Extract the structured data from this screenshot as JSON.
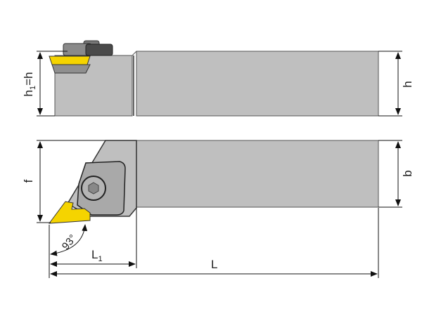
{
  "labels": {
    "h1_eq_h_main": "h",
    "h1_sub": "1",
    "h1_eq_h_rest": "=h",
    "h": "h",
    "f": "f",
    "b": "b",
    "L1_main": "L",
    "L1_sub": "1",
    "L": "L",
    "angle": "93°"
  },
  "colors": {
    "body": "#bfbfbf",
    "insert": "#f5d400",
    "outline": "#3a3a3a",
    "clamp": "#5a5a5a"
  }
}
